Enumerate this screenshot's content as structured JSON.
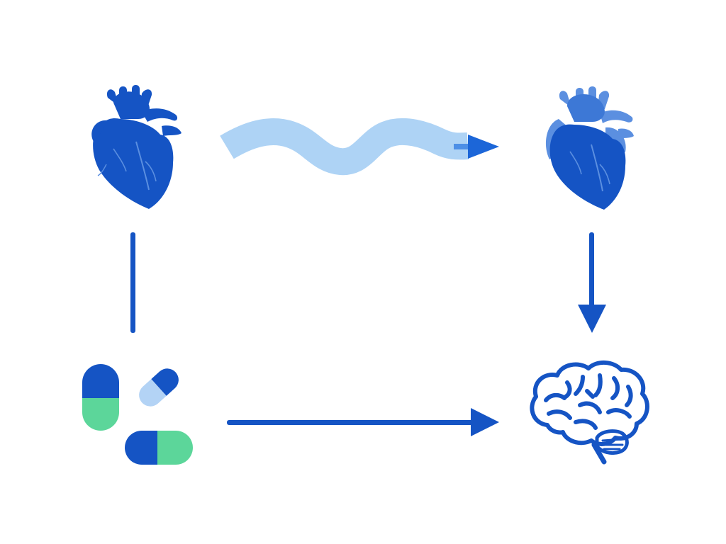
{
  "diagram": {
    "nodes": [
      {
        "id": "heart-start",
        "icon": "heart-icon",
        "color": "#1554c4"
      },
      {
        "id": "heart-end",
        "icon": "heart-icon",
        "color": "#1554c4",
        "accent": "#5b8fe0"
      },
      {
        "id": "pills",
        "icon": "pills-icon",
        "colors": {
          "dark": "#1554c4",
          "green": "#5cd69a",
          "light": "#b3d3f5"
        }
      },
      {
        "id": "brain",
        "icon": "brain-icon",
        "color": "#1554c4"
      }
    ],
    "connectors": [
      {
        "from": "heart-start",
        "to": "heart-end",
        "style": "wave-arrow",
        "color": "#aed3f5",
        "head_color": "#1c66d8"
      },
      {
        "from": "heart-start",
        "to": "pills",
        "style": "line",
        "color": "#1554c4"
      },
      {
        "from": "heart-end",
        "to": "brain",
        "style": "arrow",
        "color": "#1554c4"
      },
      {
        "from": "pills",
        "to": "brain",
        "style": "arrow",
        "color": "#1554c4"
      }
    ]
  }
}
